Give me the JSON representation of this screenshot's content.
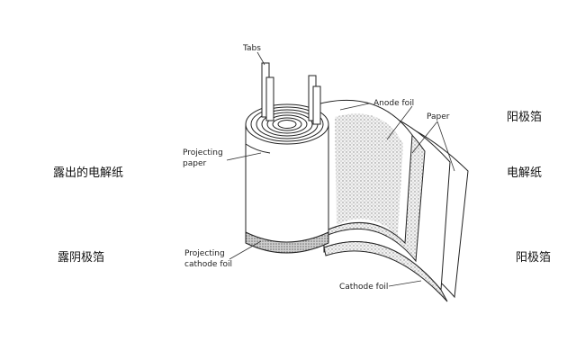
{
  "labels_en": {
    "tabs": "Tabs",
    "anode_foil": "Anode foil",
    "paper": "Paper",
    "projecting_paper_line1": "Projecting",
    "projecting_paper_line2": "paper",
    "projecting_cathode_line1": "Projecting",
    "projecting_cathode_line2": "cathode foil",
    "cathode_foil": "Cathode foil"
  },
  "labels_cn": {
    "exposed_paper": "露出的电解纸",
    "exposed_cathode": "露阴极箔",
    "anode_foil": "阳极箔",
    "electrolytic_paper": "电解纸",
    "cathode_foil": "阳极箔"
  }
}
